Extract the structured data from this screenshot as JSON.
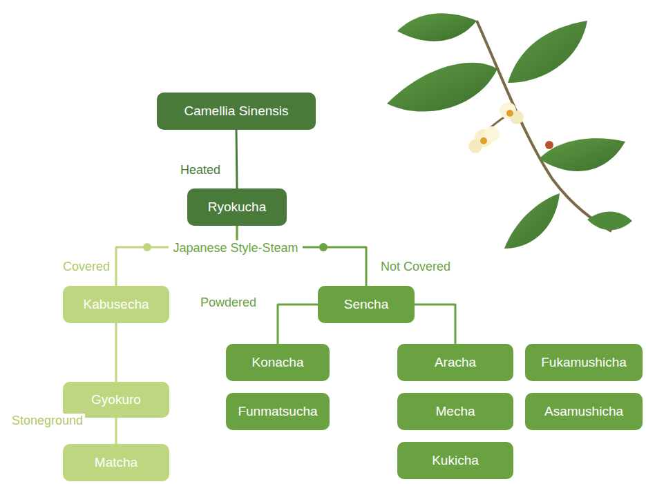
{
  "diagram": {
    "nodes": [
      {
        "text": [
          "Camellia Sinensis"
        ]
      },
      {
        "text": [
          "Ryokucha"
        ]
      },
      {
        "text": [
          "Kabusecha"
        ]
      },
      {
        "text": [
          "Gyokuro"
        ]
      },
      {
        "text": [
          "Matcha"
        ]
      },
      {
        "text": [
          "Sencha"
        ]
      },
      {
        "text": [
          "Konacha"
        ]
      },
      {
        "text": [
          "Funmatsucha"
        ]
      },
      {
        "text": [
          "Aracha"
        ]
      },
      {
        "text": [
          "Mecha"
        ]
      },
      {
        "text": [
          "Kukicha"
        ]
      },
      {
        "text": [
          "Fukamushicha"
        ]
      },
      {
        "text": [
          "Asamushicha"
        ]
      }
    ],
    "edges": [
      {
        "from": 0,
        "to": 1,
        "arrow": "none",
        "label": "Heated"
      },
      {
        "from": 1,
        "to": 2,
        "arrow": "none",
        "label": "Covered"
      },
      {
        "from": 1,
        "to": 5,
        "arrow": "none",
        "label": "Not Covered"
      },
      {
        "from": 2,
        "to": 3,
        "arrow": "none"
      },
      {
        "from": 3,
        "to": 4,
        "arrow": "none",
        "label": "Stoneground"
      },
      {
        "from": 5,
        "to": 6,
        "arrow": "none",
        "label": "Powdered"
      },
      {
        "from": 5,
        "to": 8,
        "arrow": "none"
      }
    ],
    "labels": [
      "Japanese Style-Steam"
    ]
  }
}
